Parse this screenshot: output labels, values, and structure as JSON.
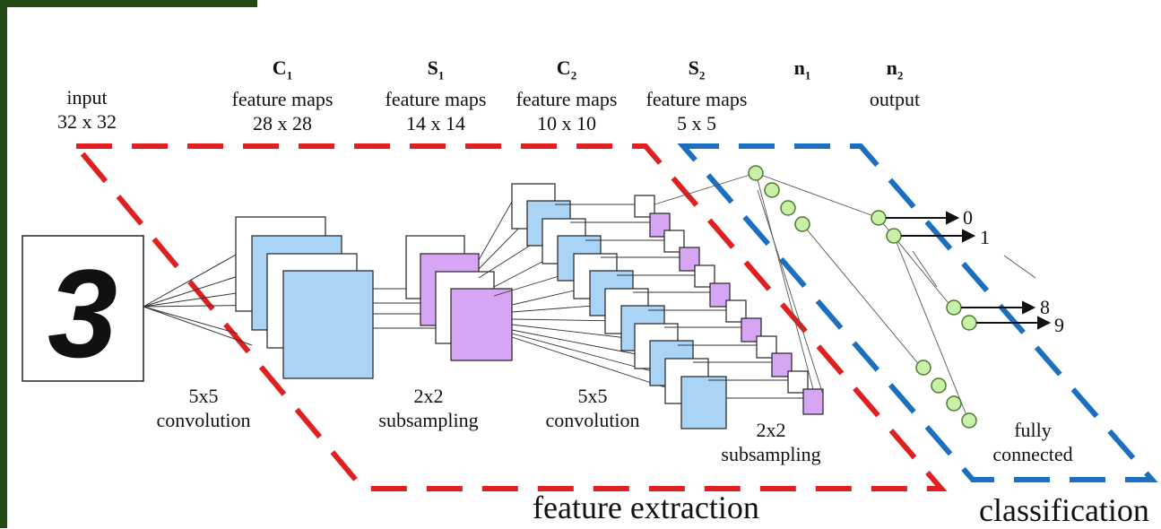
{
  "frame": {
    "accent": "#234a12"
  },
  "colors": {
    "feature_extraction_border": "#e02020",
    "classification_border": "#1a6fbf",
    "conv_map_fill": "#a9d4f5",
    "subsample_map_fill": "#d6a6f5",
    "neuron_fill": "#c8f0a8"
  },
  "input_image": {
    "digit": "3"
  },
  "layers": [
    {
      "head": "",
      "name": "input",
      "size": "32 x 32"
    },
    {
      "head": "C",
      "sub": "1",
      "name": "feature maps",
      "size": "28 x 28"
    },
    {
      "head": "S",
      "sub": "1",
      "name": "feature maps",
      "size": "14 x 14"
    },
    {
      "head": "C",
      "sub": "2",
      "name": "feature maps",
      "size": "10 x 10"
    },
    {
      "head": "S",
      "sub": "2",
      "name": "feature maps",
      "size": "5 x 5"
    },
    {
      "head": "n",
      "sub": "1",
      "name": "",
      "size": ""
    },
    {
      "head": "n",
      "sub": "2",
      "name": "output",
      "size": ""
    }
  ],
  "operations": [
    {
      "top": "5x5",
      "bottom": "convolution"
    },
    {
      "top": "2x2",
      "bottom": "subsampling"
    },
    {
      "top": "5x5",
      "bottom": "convolution"
    },
    {
      "top": "2x2",
      "bottom": "subsampling"
    },
    {
      "top": "fully",
      "bottom": "connected"
    }
  ],
  "outputs": [
    "0",
    "1",
    "8",
    "9"
  ],
  "sections": {
    "feature_extraction": "feature extraction",
    "classification": "classification"
  }
}
